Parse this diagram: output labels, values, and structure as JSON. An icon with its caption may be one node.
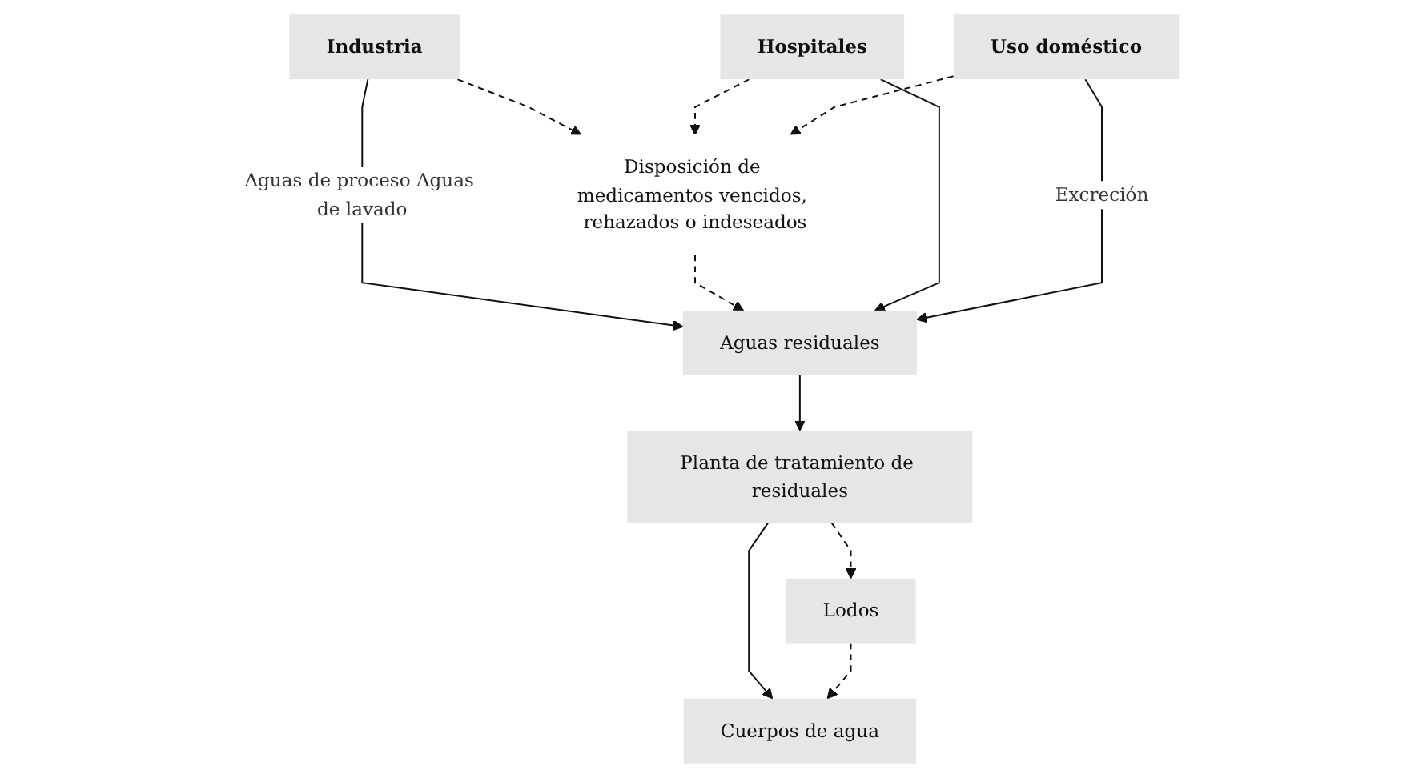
{
  "diagram": {
    "nodes": [
      {
        "text": [
          "Industria"
        ]
      },
      {
        "text": [
          "Hospitales"
        ]
      },
      {
        "text": [
          "Uso doméstico"
        ]
      },
      {
        "text": [
          "Disposición de medicamentos vencidos, rehazados o indeseados"
        ]
      },
      {
        "text": [
          "Aguas residuales"
        ]
      },
      {
        "text": [
          "Planta de tratamiento de residuales"
        ]
      },
      {
        "text": [
          "Cuerpos de agua"
        ]
      },
      {
        "text": [
          "Lodos"
        ]
      }
    ],
    "edges": [
      {
        "from": 0,
        "to": 3,
        "arrow": "to",
        "style": "dashed"
      },
      {
        "from": 1,
        "to": 3,
        "arrow": "to",
        "style": "dashed"
      },
      {
        "from": 2,
        "to": 3,
        "arrow": "to",
        "style": "dashed"
      },
      {
        "from": 0,
        "to": 4,
        "arrow": "to",
        "label": "Aguas de proceso Aguas de lavado"
      },
      {
        "from": 3,
        "to": 4,
        "arrow": "to",
        "style": "dashed"
      },
      {
        "from": 1,
        "to": 4,
        "arrow": "to"
      },
      {
        "from": 2,
        "to": 4,
        "arrow": "to",
        "label": "Excreción"
      },
      {
        "from": 4,
        "to": 5,
        "arrow": "to"
      },
      {
        "from": 5,
        "to": 6,
        "arrow": "to"
      },
      {
        "from": 5,
        "to": 7,
        "arrow": "to",
        "style": "dashed"
      },
      {
        "from": 7,
        "to": 6,
        "arrow": "to",
        "style": "dashed"
      }
    ]
  }
}
